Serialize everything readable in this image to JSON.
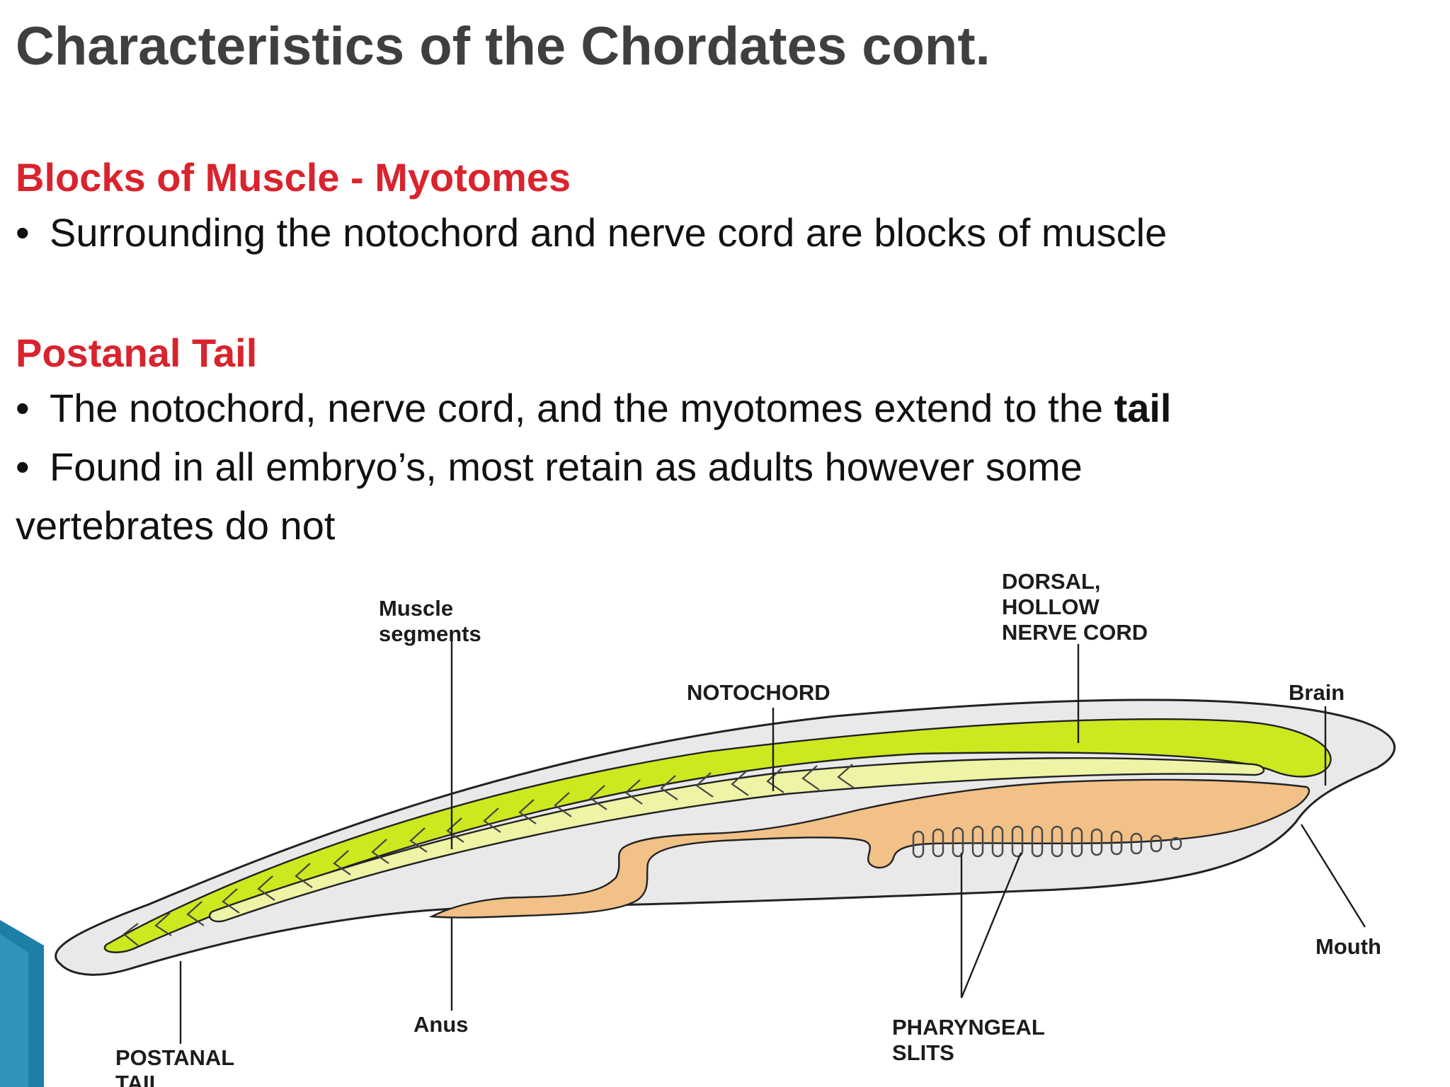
{
  "slide": {
    "title": "Characteristics of the Chordates cont.",
    "sections": [
      {
        "heading": "Blocks of Muscle - Myotomes",
        "bullets": [
          {
            "text": "Surrounding the notochord and nerve cord are blocks of muscle"
          }
        ]
      },
      {
        "heading": "Postanal Tail",
        "bullets": [
          {
            "text": "The notochord, nerve cord, and the myotomes extend to the ",
            "bold": "tail"
          },
          {
            "text": "Found in all embryo’s, most retain as adults however some",
            "continuation": "vertebrates do not"
          }
        ]
      }
    ],
    "bullet_symbol": "•",
    "heading_color": "#d9232d",
    "title_color": "#3f3f3f"
  },
  "diagram": {
    "labels": {
      "muscle_segments": [
        "Muscle",
        "segments"
      ],
      "notochord": "NOTOCHORD",
      "nerve_cord": [
        "DORSAL,",
        "HOLLOW",
        "NERVE CORD"
      ],
      "brain": "Brain",
      "mouth": "Mouth",
      "anus": "Anus",
      "pharyngeal_slits": [
        "PHARYNGEAL",
        "SLITS"
      ],
      "postanal_tail": [
        "POSTANAL",
        "TAIL"
      ]
    },
    "colors": {
      "nerve_cord": "#cde81f",
      "notochord": "#eef3a6",
      "pharynx": "#f1c187",
      "body": "#e9e9e9",
      "outline": "#222222",
      "corner_accent": "#1e7fa6"
    }
  }
}
